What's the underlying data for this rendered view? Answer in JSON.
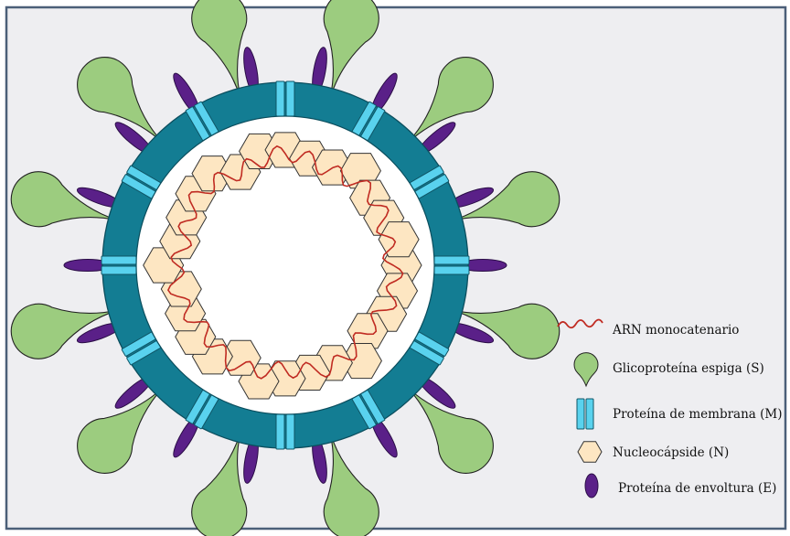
{
  "colors": {
    "background": "#eeeef1",
    "frame": "#4b5f78",
    "envelope": "#137d93",
    "envelope_outline": "#0b4e5e",
    "interior": "#ffffff",
    "spike": "#9ccc7f",
    "membrane_protein": "#59d2ee",
    "nucleocapsid": "#fde6c2",
    "rna": "#c02b22",
    "envelope_protein": "#5a2088"
  },
  "legend": {
    "rna_label": "ARN monocatenario",
    "spike_label": "Glicoproteína espiga (S)",
    "membrane_label": "Proteína de membrana (M)",
    "nucleocapsid_label": "Nucleocápside (N)",
    "envelope_label": "Proteína de envoltura (E)"
  },
  "virion": {
    "spike_count": 12,
    "membrane_protein_count": 12,
    "envelope_protein_count": 18,
    "nucleocapsid_count": 28
  }
}
